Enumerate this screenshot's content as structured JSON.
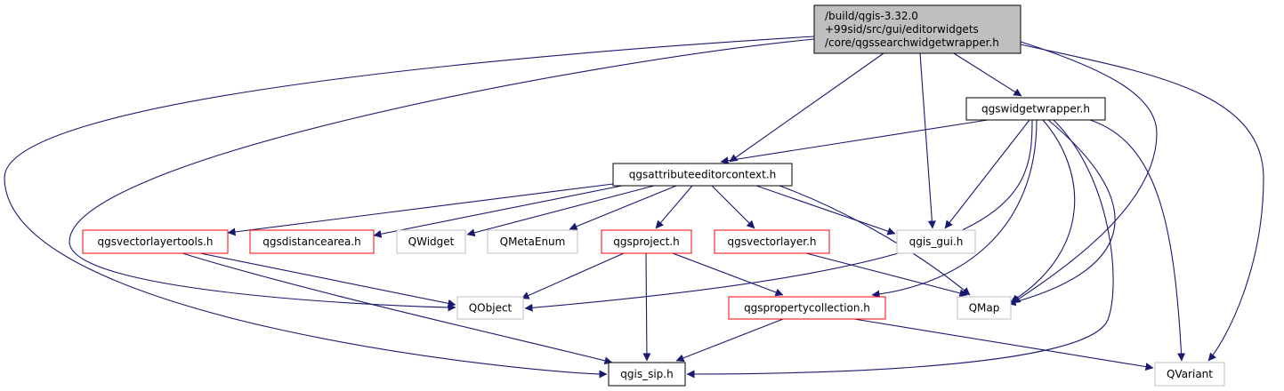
{
  "graph": {
    "nodes": [
      {
        "id": "root",
        "lines": [
          "/build/qgis-3.32.0",
          "+99sid/src/gui/editorwidgets",
          "/core/qgssearchwidgetwrapper.h"
        ],
        "style": "root"
      },
      {
        "id": "qgswidgetwrapper",
        "lines": [
          "qgswidgetwrapper.h"
        ],
        "style": "black"
      },
      {
        "id": "qgsattributeeditorcontext",
        "lines": [
          "qgsattributeeditorcontext.h"
        ],
        "style": "black"
      },
      {
        "id": "qgsvectorlayertools",
        "lines": [
          "qgsvectorlayertools.h"
        ],
        "style": "red"
      },
      {
        "id": "qgsdistancearea",
        "lines": [
          "qgsdistancearea.h"
        ],
        "style": "red"
      },
      {
        "id": "QWidget",
        "lines": [
          "QWidget"
        ],
        "style": "gray"
      },
      {
        "id": "QMetaEnum",
        "lines": [
          "QMetaEnum"
        ],
        "style": "gray"
      },
      {
        "id": "qgsproject",
        "lines": [
          "qgsproject.h"
        ],
        "style": "red"
      },
      {
        "id": "qgsvectorlayer",
        "lines": [
          "qgsvectorlayer.h"
        ],
        "style": "red"
      },
      {
        "id": "qgis_gui",
        "lines": [
          "qgis_gui.h"
        ],
        "style": "gray"
      },
      {
        "id": "QObject",
        "lines": [
          "QObject"
        ],
        "style": "gray"
      },
      {
        "id": "qgspropertycollection",
        "lines": [
          "qgspropertycollection.h"
        ],
        "style": "red"
      },
      {
        "id": "QMap",
        "lines": [
          "QMap"
        ],
        "style": "gray"
      },
      {
        "id": "qgis_sip",
        "lines": [
          "qgis_sip.h"
        ],
        "style": "black"
      },
      {
        "id": "QVariant",
        "lines": [
          "QVariant"
        ],
        "style": "gray"
      }
    ],
    "edges": [
      {
        "from": "root",
        "to": "qgis_sip"
      },
      {
        "from": "root",
        "to": "QObject"
      },
      {
        "from": "root",
        "to": "qgsattributeeditorcontext"
      },
      {
        "from": "root",
        "to": "qgis_gui"
      },
      {
        "from": "root",
        "to": "qgswidgetwrapper"
      },
      {
        "from": "root",
        "to": "QMap"
      },
      {
        "from": "root",
        "to": "QVariant"
      },
      {
        "from": "qgswidgetwrapper",
        "to": "qgsattributeeditorcontext"
      },
      {
        "from": "qgswidgetwrapper",
        "to": "qgis_gui"
      },
      {
        "from": "qgswidgetwrapper",
        "to": "QObject"
      },
      {
        "from": "qgswidgetwrapper",
        "to": "qgspropertycollection"
      },
      {
        "from": "qgswidgetwrapper",
        "to": "QMap"
      },
      {
        "from": "qgswidgetwrapper",
        "to": "QMap"
      },
      {
        "from": "qgswidgetwrapper",
        "to": "qgis_sip"
      },
      {
        "from": "qgswidgetwrapper",
        "to": "QVariant"
      },
      {
        "from": "qgsattributeeditorcontext",
        "to": "qgsvectorlayertools"
      },
      {
        "from": "qgsattributeeditorcontext",
        "to": "qgsdistancearea"
      },
      {
        "from": "qgsattributeeditorcontext",
        "to": "QWidget"
      },
      {
        "from": "qgsattributeeditorcontext",
        "to": "QMetaEnum"
      },
      {
        "from": "qgsattributeeditorcontext",
        "to": "qgsproject"
      },
      {
        "from": "qgsattributeeditorcontext",
        "to": "qgsvectorlayer"
      },
      {
        "from": "qgsattributeeditorcontext",
        "to": "qgis_gui"
      },
      {
        "from": "qgsattributeeditorcontext",
        "to": "QMap"
      },
      {
        "from": "qgsvectorlayertools",
        "to": "QObject"
      },
      {
        "from": "qgsvectorlayertools",
        "to": "qgis_sip"
      },
      {
        "from": "qgsproject",
        "to": "QObject"
      },
      {
        "from": "qgsproject",
        "to": "qgis_sip"
      },
      {
        "from": "qgsproject",
        "to": "qgspropertycollection"
      },
      {
        "from": "qgsvectorlayer",
        "to": "QMap"
      },
      {
        "from": "qgspropertycollection",
        "to": "qgis_sip"
      },
      {
        "from": "qgspropertycollection",
        "to": "QVariant"
      }
    ]
  },
  "colors": {
    "edge": "#191970",
    "root_fill": "#bfbfbf",
    "black_border": "#000000",
    "red_border": "#ff0000",
    "gray_border": "#bfbfbf",
    "node_fill": "#ffffff",
    "text": "#000000"
  }
}
